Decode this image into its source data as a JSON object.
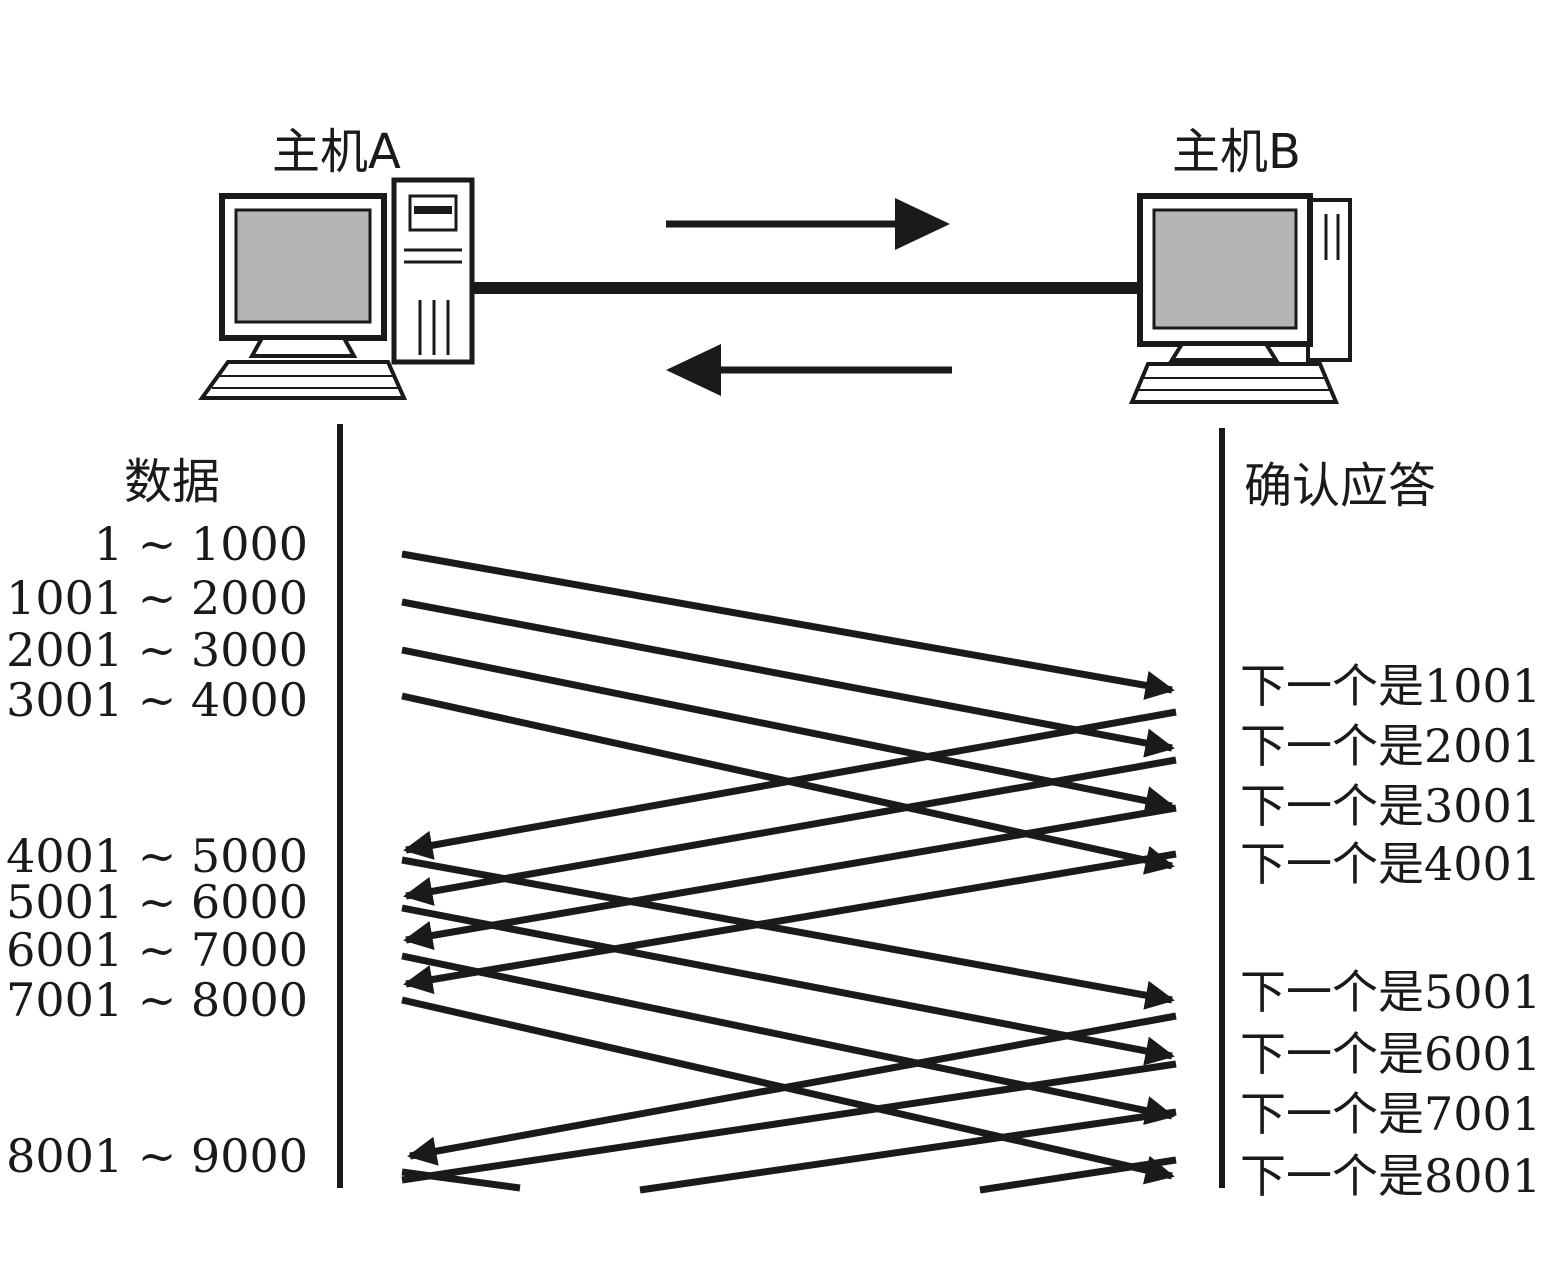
{
  "hosts": {
    "a": {
      "label": "主机A"
    },
    "b": {
      "label": "主机B"
    }
  },
  "columns": {
    "data_heading": "数据",
    "ack_heading": "确认应答"
  },
  "segments": [
    "1 ~ 1000",
    "1001 ~ 2000",
    "2001 ~ 3000",
    "3001 ~ 4000",
    "4001 ~ 5000",
    "5001 ~ 6000",
    "6001 ~ 7000",
    "7001 ~ 8000",
    "8001 ~ 9000"
  ],
  "acks": [
    "下一个是1001",
    "下一个是2001",
    "下一个是3001",
    "下一个是4001",
    "下一个是5001",
    "下一个是6001",
    "下一个是7001",
    "下一个是8001"
  ],
  "colors": {
    "ink": "#1a1a1a",
    "screen": "#b5b5b5",
    "background": "#ffffff"
  },
  "icons": [
    "computer-icon",
    "arrow-right-icon",
    "arrow-left-icon"
  ]
}
